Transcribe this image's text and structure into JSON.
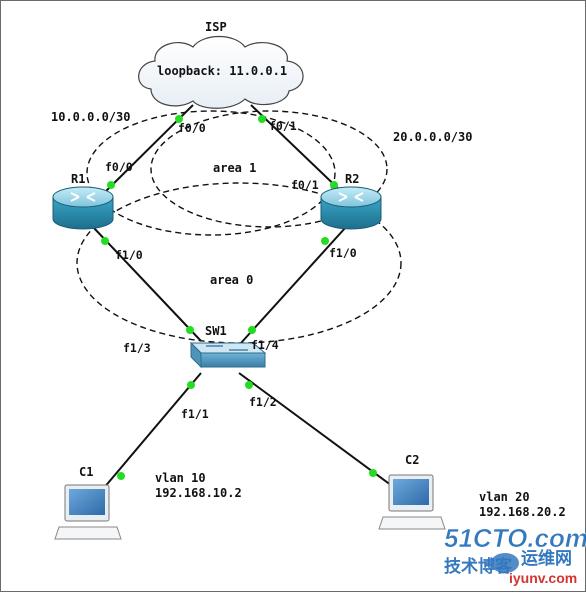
{
  "isp": {
    "name": "ISP",
    "loopback": "loopback: 11.0.0.1"
  },
  "subnets": {
    "left": "10.0.0.0/30",
    "right": "20.0.0.0/30"
  },
  "areas": {
    "area1": "area 1",
    "area0": "area 0"
  },
  "routers": {
    "r1": "R1",
    "r2": "R2"
  },
  "switch": {
    "name": "SW1"
  },
  "hosts": {
    "c1": {
      "name": "C1",
      "vlan": "vlan 10",
      "ip": "192.168.10.2"
    },
    "c2": {
      "name": "C2",
      "vlan": "vlan 20",
      "ip": "192.168.20.2"
    }
  },
  "interfaces": {
    "isp_f00": "f0/0",
    "isp_f01": "f0/1",
    "r1_f00": "f0/0",
    "r1_f10": "f1/0",
    "r2_f01": "f0/1",
    "r2_f10": "f1/0",
    "sw_f13": "f1/3",
    "sw_f14": "f1/4",
    "sw_f11": "f1/1",
    "sw_f12": "f1/2"
  },
  "watermark": {
    "site": "51CTO.com",
    "cn": "技术博客",
    "cn2": "运维网",
    "url": "iyunv.com"
  },
  "colors": {
    "link_port": "#22dd22",
    "router_body": "#2b8fb0",
    "router_top": "#9fd6e8",
    "line": "#111111",
    "wm_blue": "#1f6ab8",
    "wm_red": "#d0201a"
  }
}
